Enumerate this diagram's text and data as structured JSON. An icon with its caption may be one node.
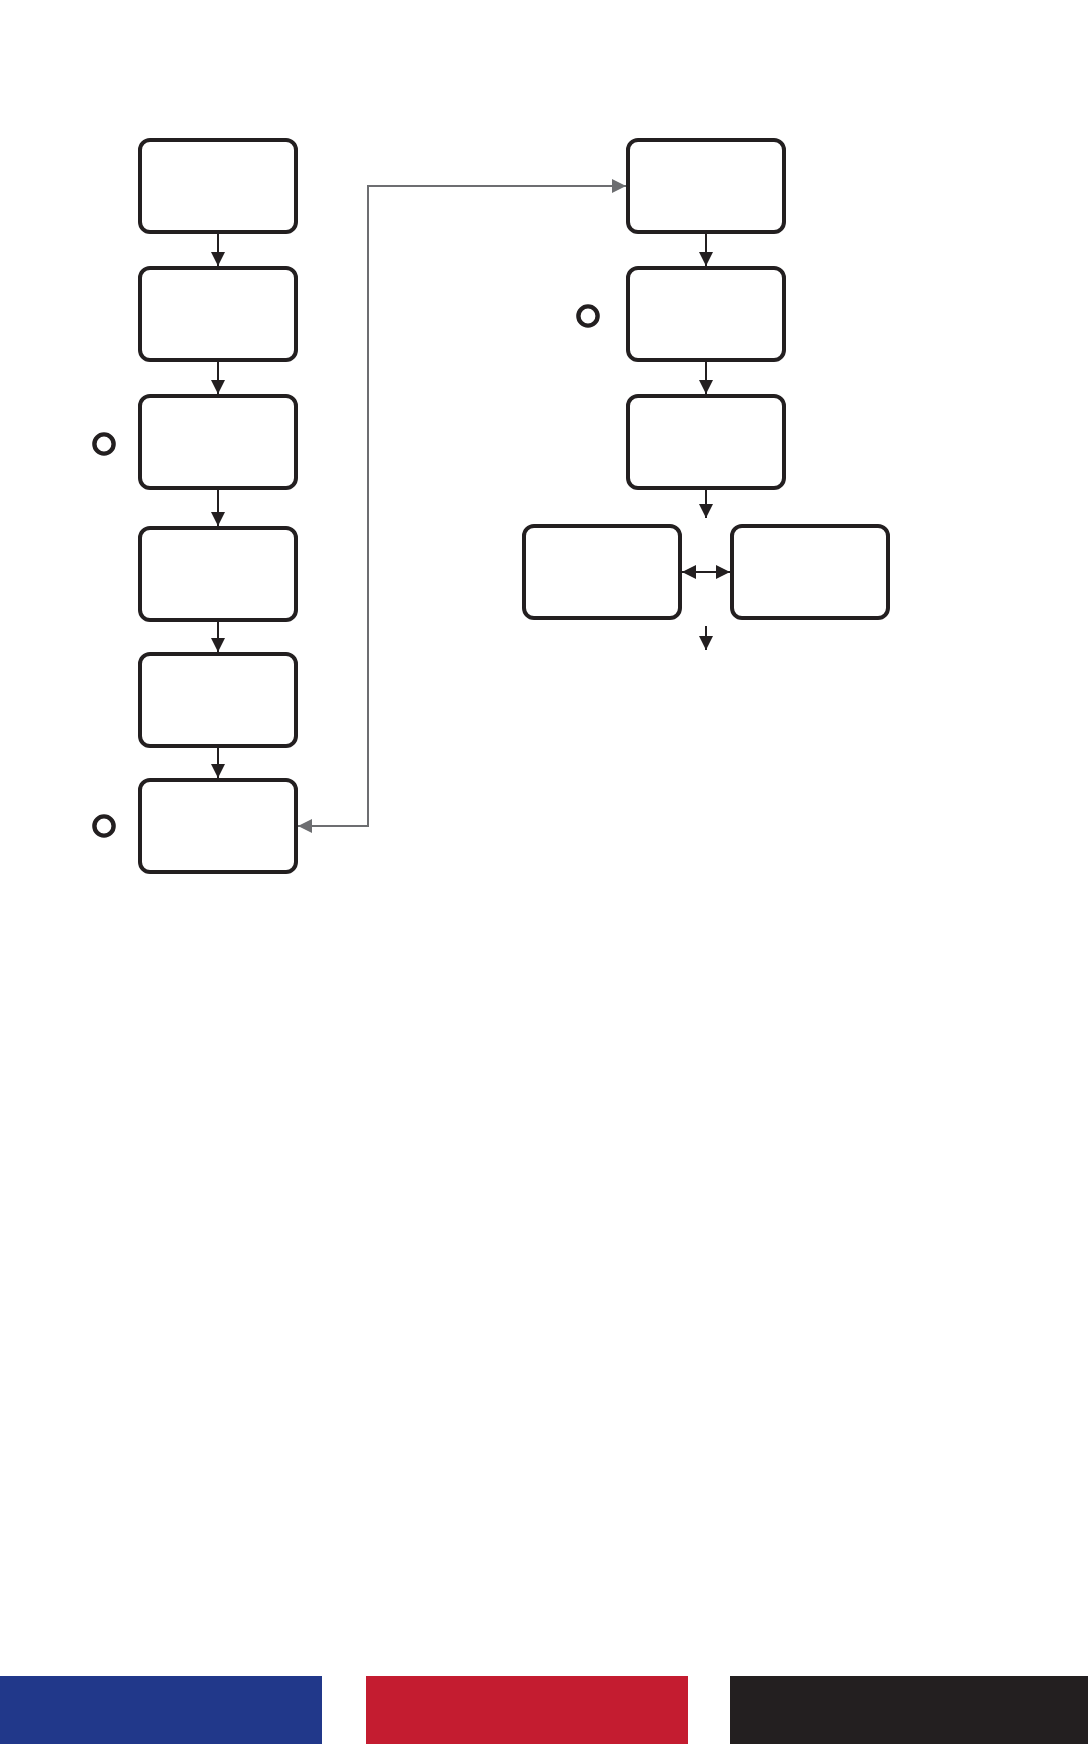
{
  "diagram": {
    "nodes": [
      {
        "text": [],
        "shape": "box"
      },
      {
        "text": [],
        "shape": "box"
      },
      {
        "text": [],
        "shape": "box"
      },
      {
        "text": [],
        "shape": "box"
      },
      {
        "text": [],
        "shape": "box"
      },
      {
        "text": [],
        "shape": "box"
      },
      {
        "text": [],
        "shape": "box"
      },
      {
        "text": [],
        "shape": "box"
      },
      {
        "text": [],
        "shape": "box"
      },
      {
        "text": [],
        "shape": "box"
      },
      {
        "text": [],
        "shape": "box"
      }
    ],
    "edges": [
      {
        "from": 0,
        "to": 1,
        "arrow": "to"
      },
      {
        "from": 1,
        "to": 2,
        "arrow": "to"
      },
      {
        "from": 2,
        "to": 3,
        "arrow": "to"
      },
      {
        "from": 3,
        "to": 4,
        "arrow": "to"
      },
      {
        "from": 4,
        "to": 5,
        "arrow": "to"
      },
      {
        "from": 5,
        "to": 6,
        "arrow": "both",
        "color": "#6d6e71"
      },
      {
        "from": 6,
        "to": 7,
        "arrow": "to"
      },
      {
        "from": 7,
        "to": 8,
        "arrow": "to"
      },
      {
        "from": 8,
        "to": null,
        "arrow": "to"
      },
      {
        "from": 9,
        "to": 10,
        "arrow": "both"
      }
    ]
  }
}
